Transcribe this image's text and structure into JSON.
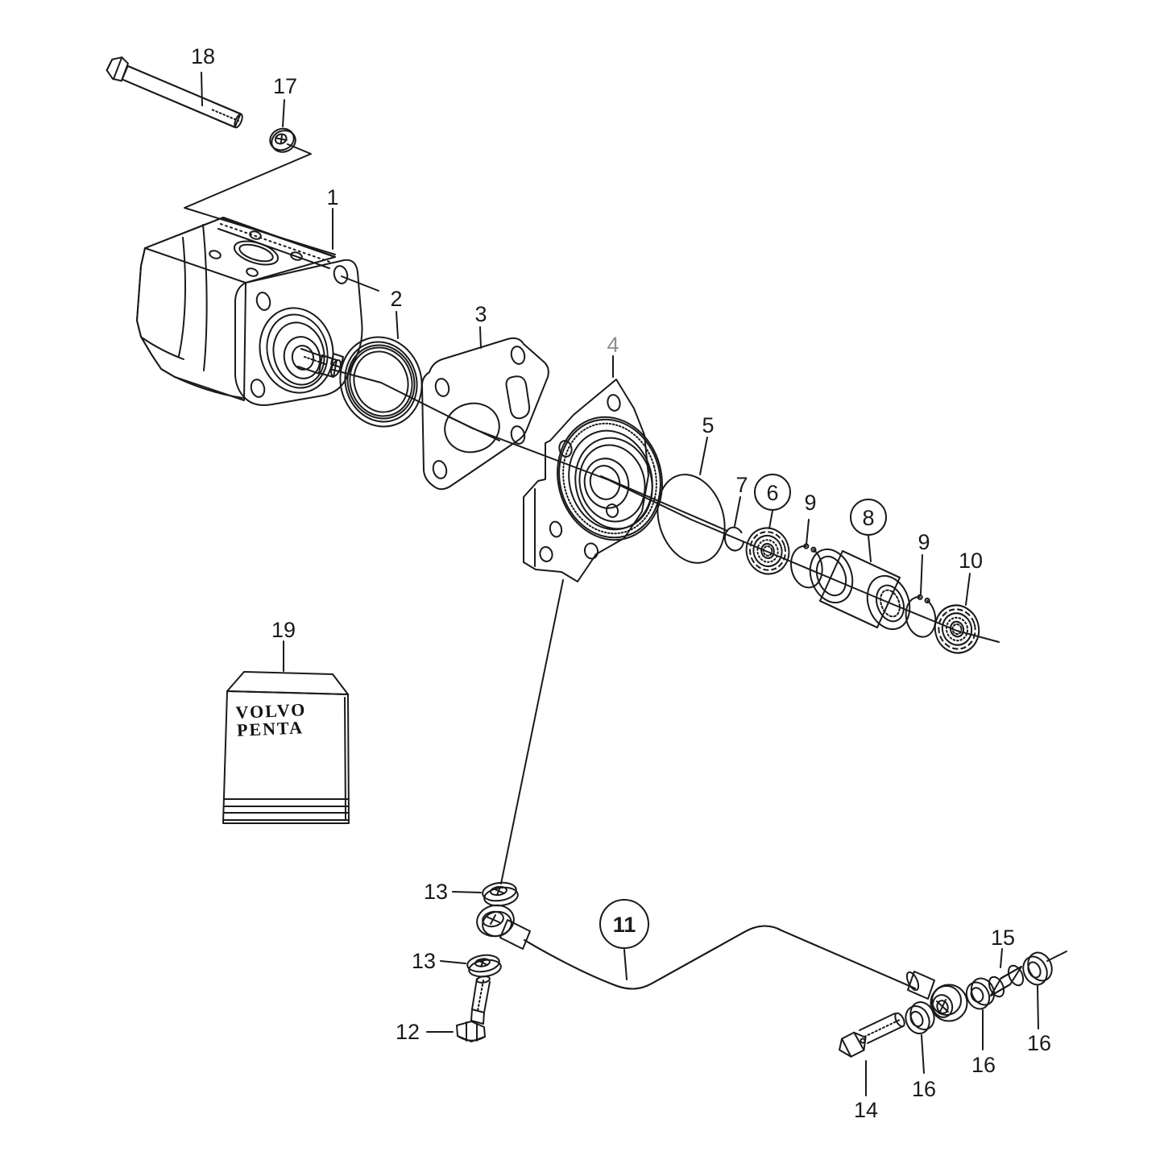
{
  "diagram": {
    "background": "#ffffff",
    "line_color": "#1a1a1a",
    "muted_label_color": "#8f8f8f",
    "highlight_ring_color": "#2b7032",
    "highlight_fill_color": "#edf3ea",
    "highlighted_part": "11"
  },
  "kit_box": {
    "line1": "VOLVO",
    "line2": "PENTA"
  },
  "callouts": [
    {
      "text": "18",
      "style": "plain"
    },
    {
      "text": "17",
      "style": "plain"
    },
    {
      "text": "1",
      "style": "plain"
    },
    {
      "text": "2",
      "style": "plain"
    },
    {
      "text": "3",
      "style": "plain"
    },
    {
      "text": "4",
      "style": "muted"
    },
    {
      "text": "5",
      "style": "plain"
    },
    {
      "text": "7",
      "style": "plain"
    },
    {
      "text": "6",
      "style": "circled"
    },
    {
      "text": "9",
      "style": "plain"
    },
    {
      "text": "8",
      "style": "circled"
    },
    {
      "text": "9",
      "style": "plain"
    },
    {
      "text": "10",
      "style": "plain"
    },
    {
      "text": "19",
      "style": "plain"
    },
    {
      "text": "13",
      "style": "plain"
    },
    {
      "text": "13",
      "style": "plain"
    },
    {
      "text": "12",
      "style": "plain"
    },
    {
      "text": "11",
      "style": "circled-highlight"
    },
    {
      "text": "14",
      "style": "plain"
    },
    {
      "text": "16",
      "style": "plain"
    },
    {
      "text": "16",
      "style": "plain"
    },
    {
      "text": "15",
      "style": "plain"
    },
    {
      "text": "16",
      "style": "plain"
    }
  ]
}
